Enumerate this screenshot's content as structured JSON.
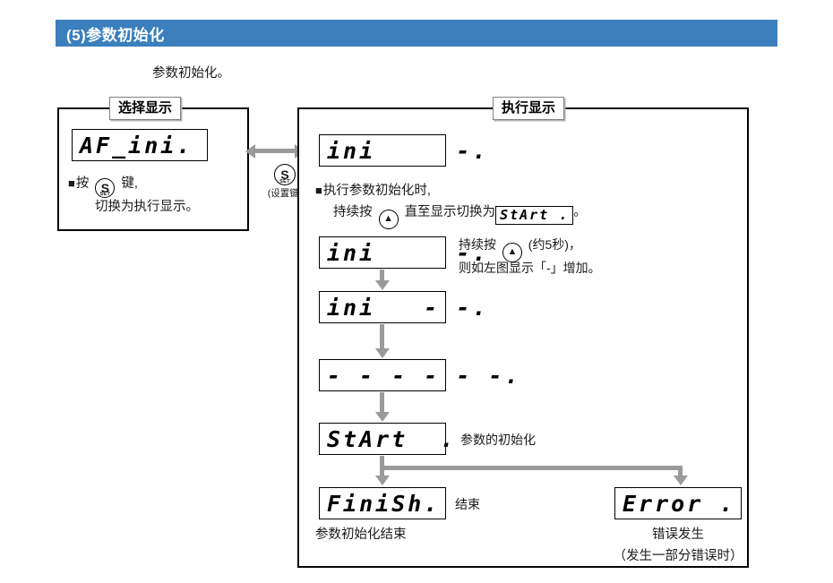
{
  "header": {
    "title": "(5)参数初始化",
    "accent_color": "#3b7fbd"
  },
  "intro": {
    "text": "参数初始化。"
  },
  "select_panel": {
    "caption": "选择显示",
    "display": "AF_ini.",
    "note_line1_prefix": "按",
    "note_line1_suffix": "键,",
    "note_line2": "切换为执行显示。",
    "set_key": {
      "glyph": "S",
      "sub": "SET",
      "caption": "(设置键)"
    }
  },
  "execute_panel": {
    "caption": "执行显示",
    "display_initial": "ini     -.",
    "note": {
      "line1": "执行参数初始化时,",
      "line2_prefix": "持续按",
      "line2_mid": "直至显示切换为",
      "inline_display": "StArt .",
      "line2_suffix": "。"
    },
    "steps": [
      {
        "display": "ini     -.",
        "side_line1_prefix": "持续按",
        "side_line1_suffix": "(约5秒)，",
        "side_line2": "则如左图显示「-」增加。"
      },
      {
        "display": "ini   - -."
      },
      {
        "display": "- - - - - -."
      },
      {
        "display": "StArt  .",
        "side_label": "参数的初始化"
      }
    ],
    "outcome_success": {
      "display": "FiniSh.",
      "side_label": "结束",
      "caption": "参数初始化结束"
    },
    "outcome_error": {
      "display": "Error .",
      "caption_line1": "错误发生",
      "caption_line2": "（发生一部分错误时）"
    },
    "up_key": {
      "glyph": "▲"
    }
  }
}
